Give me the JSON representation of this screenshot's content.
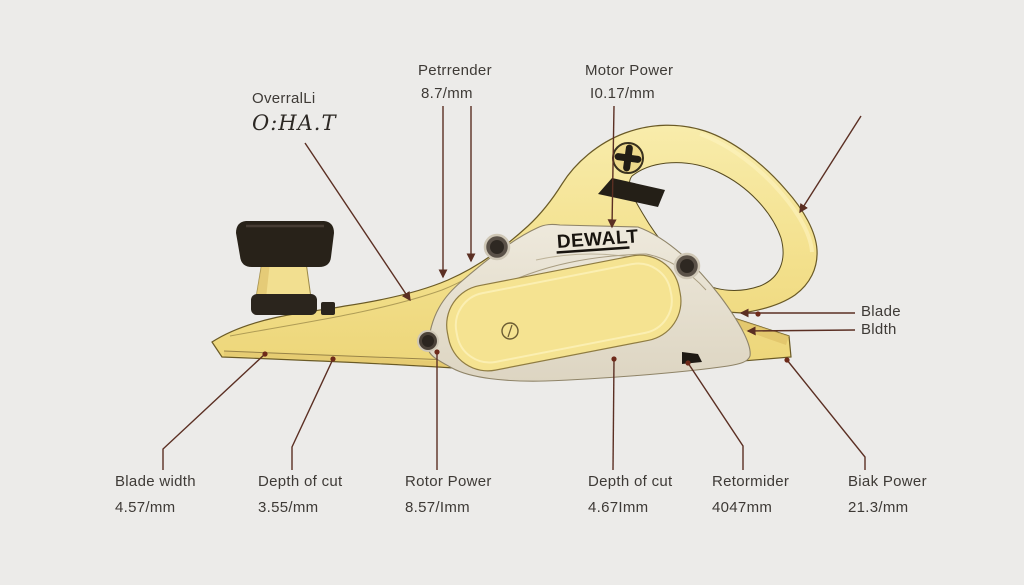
{
  "brand": "DEWALT",
  "callouts": {
    "overall": {
      "title": "OverralLi",
      "value": "O:HA.T"
    },
    "petrrender": {
      "title": "Petrrender",
      "value": "8.7/mm"
    },
    "motor_power": {
      "title": "Motor Power",
      "value": "I0.17/mm"
    },
    "blade": {
      "title": "Blade"
    },
    "bldth": {
      "title": "Bldth"
    },
    "blade_width": {
      "title": "Blade width",
      "value": "4.57/mm"
    },
    "depth_of_cut_1": {
      "title": "Depth of cut",
      "value": "3.55/mm"
    },
    "rotor_power": {
      "title": "Rotor Power",
      "value": "8.57/Imm"
    },
    "depth_of_cut_2": {
      "title": "Depth of cut",
      "value": "4.67Imm"
    },
    "retormider": {
      "title": "Retormider",
      "value": "4047mm"
    },
    "biak_power": {
      "title": "Biak Power",
      "value": "21.3/mm"
    }
  },
  "colors": {
    "background": "#ecebe9",
    "body_yellow": "#f3e08c",
    "housing_cream": "#e9e3d5",
    "accent_black": "#27211a",
    "leader_line": "#5b2f23",
    "label_text": "#3e3a36"
  }
}
